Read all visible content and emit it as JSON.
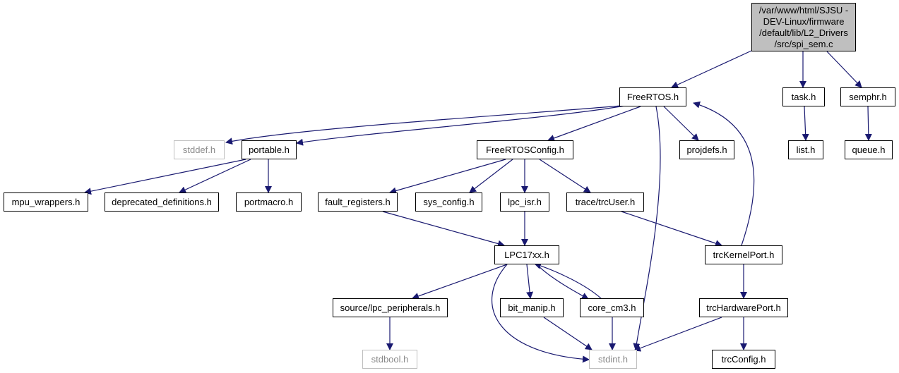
{
  "colors": {
    "edge": "#191970",
    "root_fill": "#bfbfbf",
    "missing_border": "#bfbfbf",
    "missing_text": "#8a8a8a"
  },
  "nodes": {
    "root": "/var/www/html/SJSU -DEV-Linux/firmware /default/lib/L2_Drivers /src/spi_sem.c",
    "freertos_h": "FreeRTOS.h",
    "task_h": "task.h",
    "semphr_h": "semphr.h",
    "stddef_h": "stddef.h",
    "portable_h": "portable.h",
    "freertosconfig_h": "FreeRTOSConfig.h",
    "projdefs_h": "projdefs.h",
    "list_h": "list.h",
    "queue_h": "queue.h",
    "mpu_wrappers_h": "mpu_wrappers.h",
    "deprecated_definitions_h": "deprecated_definitions.h",
    "portmacro_h": "portmacro.h",
    "fault_registers_h": "fault_registers.h",
    "sys_config_h": "sys_config.h",
    "lpc_isr_h": "lpc_isr.h",
    "trcuser_h": "trace/trcUser.h",
    "lpc17xx_h": "LPC17xx.h",
    "trckernelport_h": "trcKernelPort.h",
    "lpc_peripherals_h": "source/lpc_peripherals.h",
    "bit_manip_h": "bit_manip.h",
    "core_cm3_h": "core_cm3.h",
    "trchardwareport_h": "trcHardwarePort.h",
    "stdbool_h": "stdbool.h",
    "stdint_h": "stdint.h",
    "trcconfig_h": "trcConfig.h"
  },
  "edges": [
    [
      "root",
      "freertos_h"
    ],
    [
      "root",
      "task_h"
    ],
    [
      "root",
      "semphr_h"
    ],
    [
      "freertos_h",
      "stddef_h"
    ],
    [
      "freertos_h",
      "portable_h"
    ],
    [
      "freertos_h",
      "freertosconfig_h"
    ],
    [
      "freertos_h",
      "projdefs_h"
    ],
    [
      "freertos_h",
      "stdint_h"
    ],
    [
      "task_h",
      "list_h"
    ],
    [
      "semphr_h",
      "queue_h"
    ],
    [
      "portable_h",
      "mpu_wrappers_h"
    ],
    [
      "portable_h",
      "deprecated_definitions_h"
    ],
    [
      "portable_h",
      "portmacro_h"
    ],
    [
      "freertosconfig_h",
      "fault_registers_h"
    ],
    [
      "freertosconfig_h",
      "sys_config_h"
    ],
    [
      "freertosconfig_h",
      "lpc_isr_h"
    ],
    [
      "freertosconfig_h",
      "trcuser_h"
    ],
    [
      "fault_registers_h",
      "lpc17xx_h"
    ],
    [
      "lpc_isr_h",
      "lpc17xx_h"
    ],
    [
      "trcuser_h",
      "trckernelport_h"
    ],
    [
      "trckernelport_h",
      "freertos_h"
    ],
    [
      "trckernelport_h",
      "trchardwareport_h"
    ],
    [
      "lpc17xx_h",
      "lpc_peripherals_h"
    ],
    [
      "lpc17xx_h",
      "bit_manip_h"
    ],
    [
      "lpc17xx_h",
      "core_cm3_h"
    ],
    [
      "lpc17xx_h",
      "stdint_h"
    ],
    [
      "core_cm3_h",
      "lpc17xx_h"
    ],
    [
      "core_cm3_h",
      "stdint_h"
    ],
    [
      "bit_manip_h",
      "stdint_h"
    ],
    [
      "lpc_peripherals_h",
      "stdbool_h"
    ],
    [
      "trchardwareport_h",
      "stdint_h"
    ],
    [
      "trchardwareport_h",
      "trcconfig_h"
    ]
  ]
}
